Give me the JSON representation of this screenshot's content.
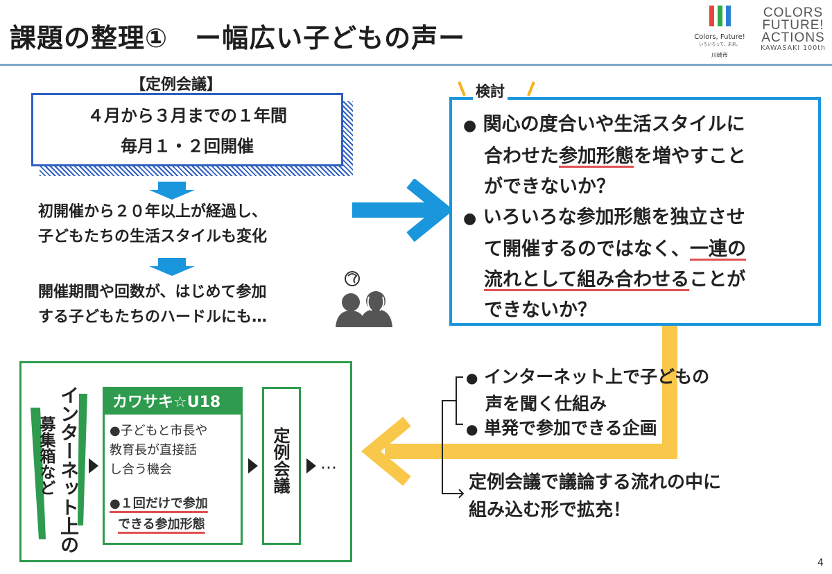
{
  "title": "課題の整理①　ー幅広い子どもの声ー",
  "logos": {
    "colors_future_1": "Colors, Future!",
    "colors_future_2": "いろいろって、未来。",
    "city": "川崎市",
    "cfa_line1": "COLORS",
    "cfa_line2": "FUTURE!",
    "cfa_line3": "ACTIONS",
    "cfa_line4": "KAWASAKI 100th"
  },
  "meeting": {
    "label": "【定例会議】",
    "line1": "４月から３月までの１年間",
    "line2": "毎月１・２回開催"
  },
  "issues": {
    "p1_line1": "初開催から２０年以上が経過し、",
    "p1_line2": "子どもたちの生活スタイルも変化",
    "p2_line1": "開催期間や回数が、はじめて参加",
    "p2_line2": "する子どもたちのハードルにも…"
  },
  "review": {
    "label": "検討",
    "bullet": "●",
    "b1_l1": "関心の度合いや生活スタイルに",
    "b1_l2_pre": "合わせた",
    "b1_l2_ul": "参加形態",
    "b1_l2_post": "を増やすこと",
    "b1_l3": "ができないか？",
    "b2_l1": "いろいろな参加形態を独立させ",
    "b2_l2_pre": "て開催するのではなく、",
    "b2_l2_ul": "一連の",
    "b2_l3_ul": "流れとして組み合わせる",
    "b2_l3_post": "ことが",
    "b2_l4": "できないか？"
  },
  "solutions": {
    "s1_line1": "インターネット上で子どもの",
    "s1_line2": "声を聞く仕組み",
    "s2": "単発で参加できる企画",
    "result_line1": "定例会議で議論する流れの中に",
    "result_line2": "組み込む形で拡充！"
  },
  "flow": {
    "v_col1": "インターネット上の",
    "v_col2": "募集箱など",
    "kawasaki_head": "カワサキ☆U18",
    "k1_l1": "●子どもと市長や",
    "k1_l2": "教育長が直接話",
    "k1_l3": "し合う機会",
    "k2_l1": "●１回だけで参加",
    "k2_l2": "できる参加形態",
    "teirei": "定例会議",
    "ellipsis": "…"
  },
  "page_number": "4",
  "colors": {
    "blue_arrow": "#1a96dd",
    "yellow_arrow": "#f9c84a",
    "green": "#2e9b4e",
    "red_underline": "#e05050",
    "meeting_border": "#2f5fc0"
  }
}
